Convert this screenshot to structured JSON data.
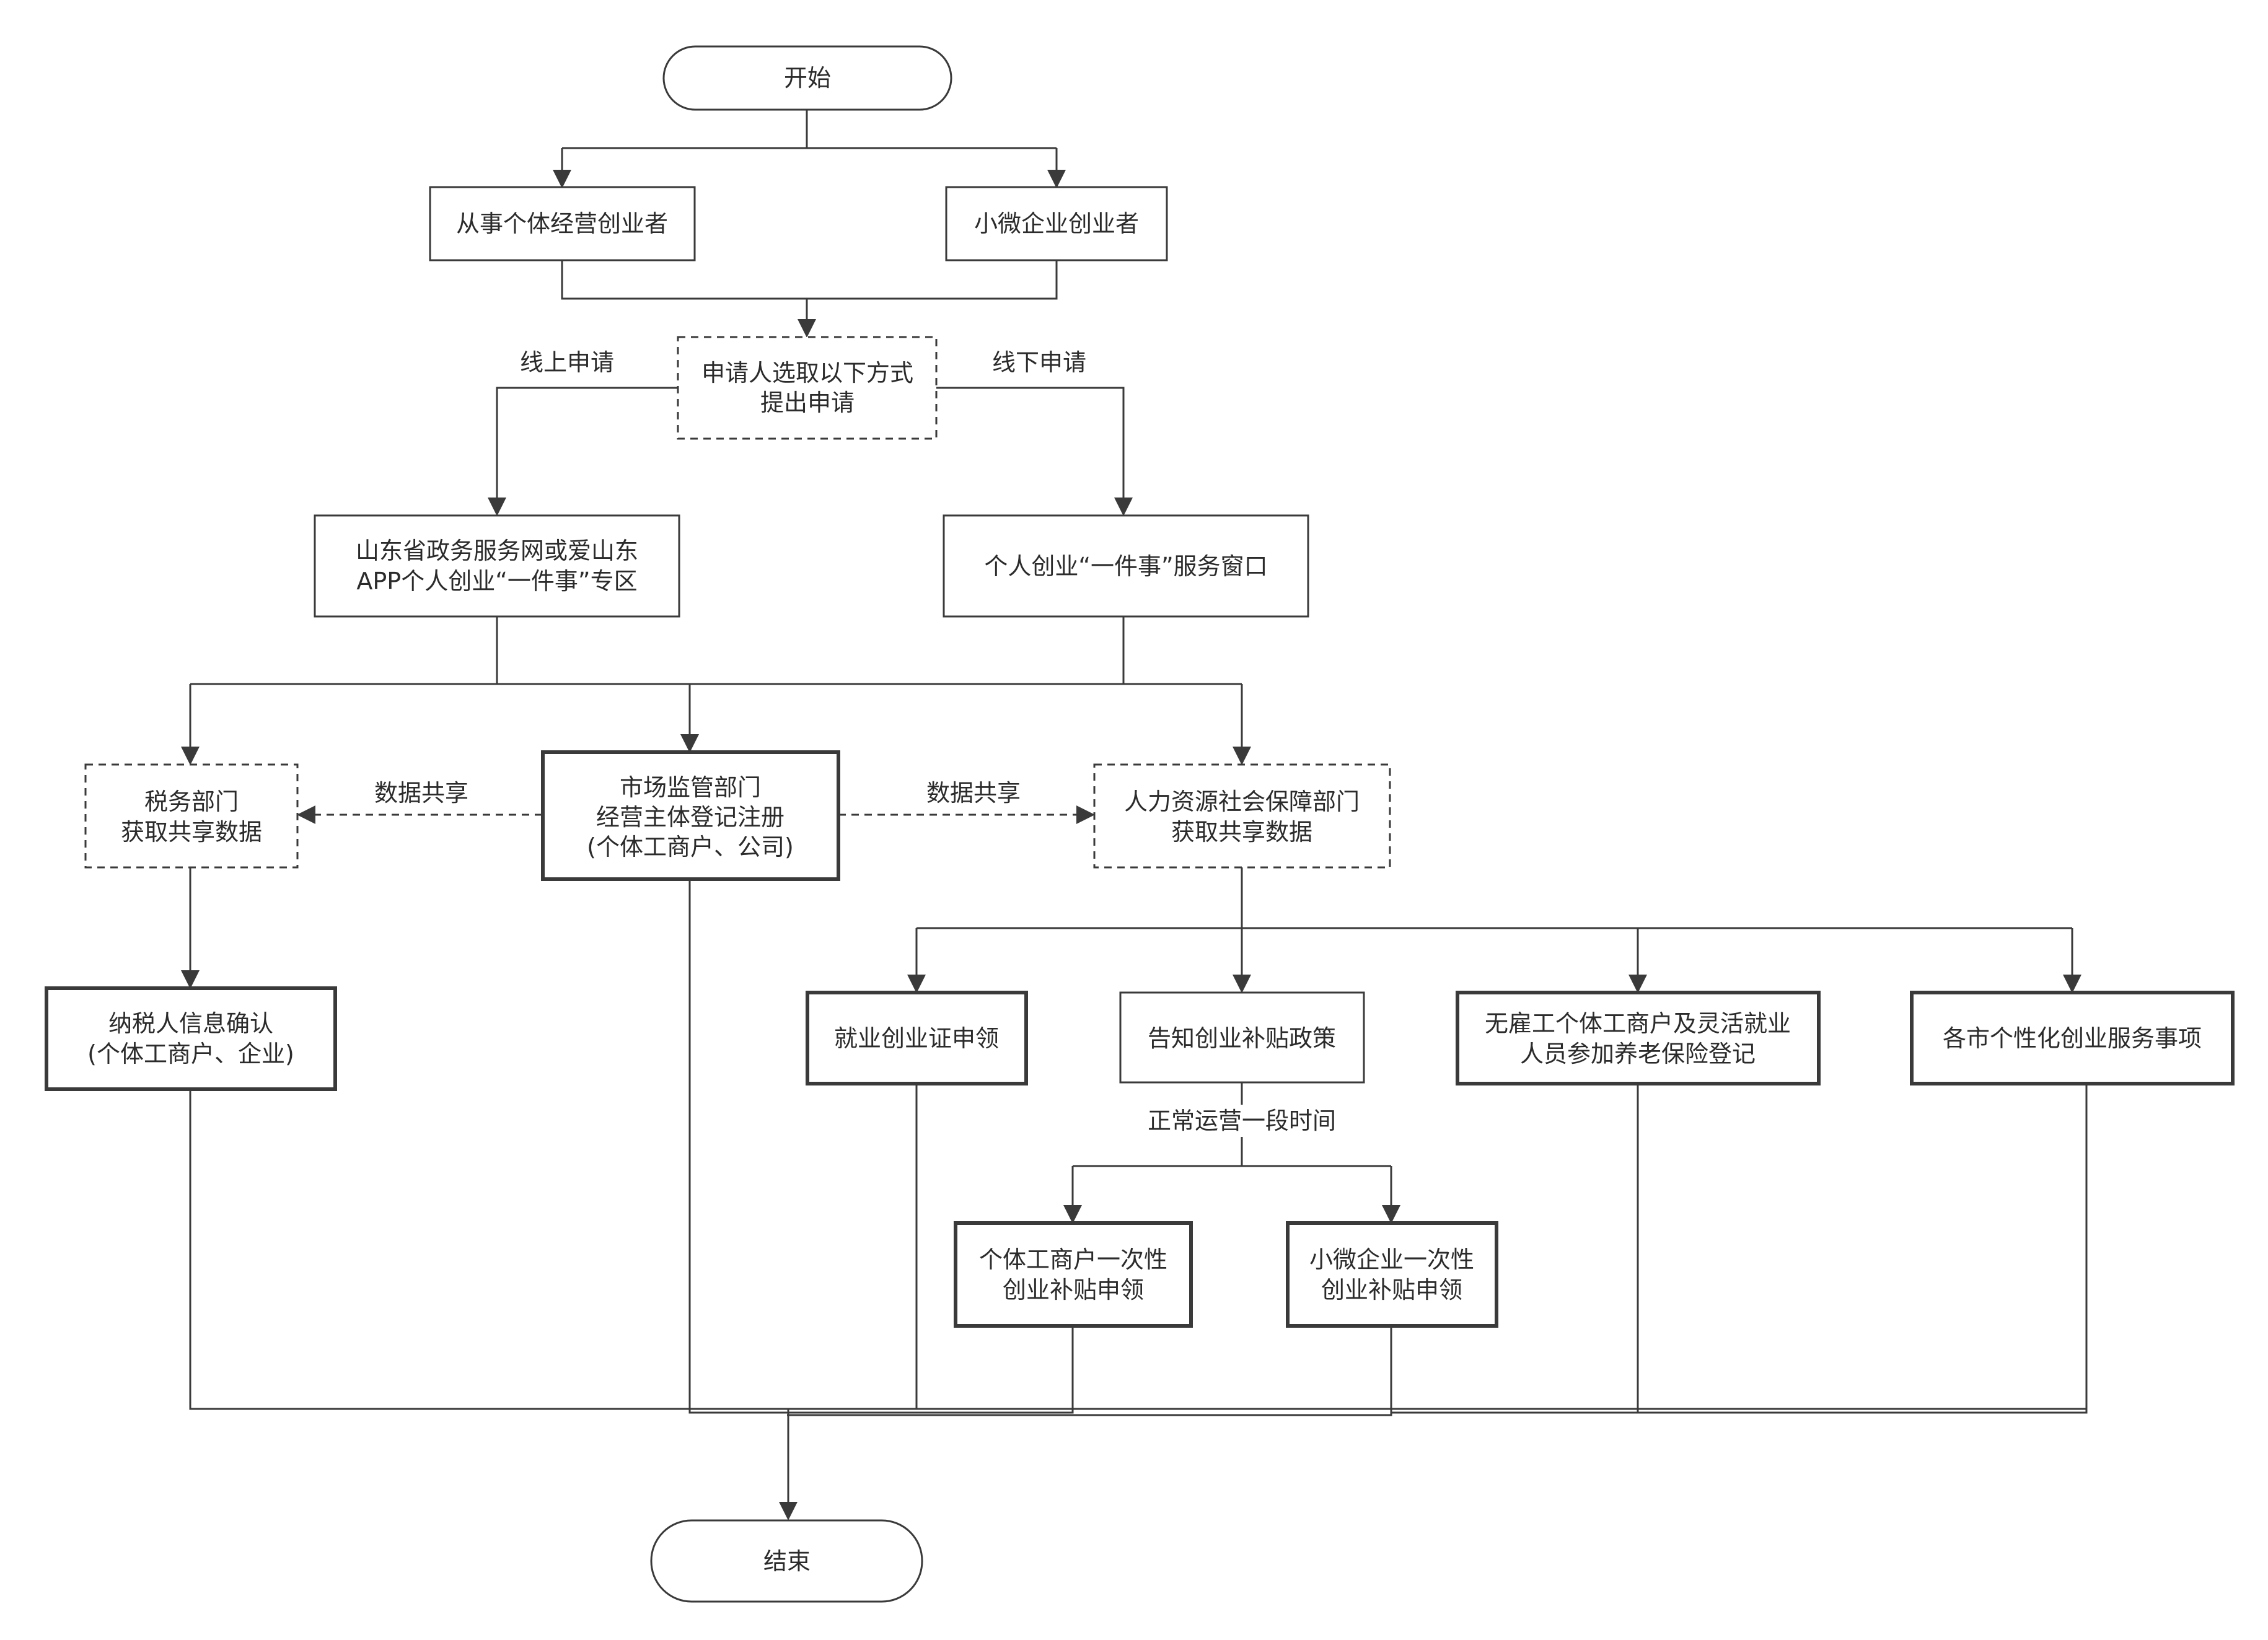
{
  "nodes": {
    "start": "开始",
    "individual": "从事个体经营创业者",
    "small_biz": "小微企业创业者",
    "choose_line1": "申请人选取以下方式",
    "choose_line2": "提出申请",
    "online_line1": "山东省政务服务网或爱山东",
    "online_line2": "APP个人创业“一件事”专区",
    "window": "个人创业“一件事”服务窗口",
    "tax_line1": "税务部门",
    "tax_line2": "获取共享数据",
    "market_line1": "市场监管部门",
    "market_line2": "经营主体登记注册",
    "market_line3": "(个体工商户、公司)",
    "hr_line1": "人力资源社会保障部门",
    "hr_line2": "获取共享数据",
    "taxpayer_line1": "纳税人信息确认",
    "taxpayer_line2": "(个体工商户、企业)",
    "employment_cert": "就业创业证申领",
    "subsidy_policy": "告知创业补贴政策",
    "pension_line1": "无雇工个体工商户及灵活就业",
    "pension_line2": "人员参加养老保险登记",
    "city_services": "各市个性化创业服务事项",
    "ind_subsidy_line1": "个体工商户一次性",
    "ind_subsidy_line2": "创业补贴申领",
    "sme_subsidy_line1": "小微企业一次性",
    "sme_subsidy_line2": "创业补贴申领",
    "end": "结束"
  },
  "labels": {
    "online": "线上申请",
    "offline": "线下申请",
    "share_left": "数据共享",
    "share_right": "数据共享",
    "normal_operation": "正常运营一段时间"
  }
}
